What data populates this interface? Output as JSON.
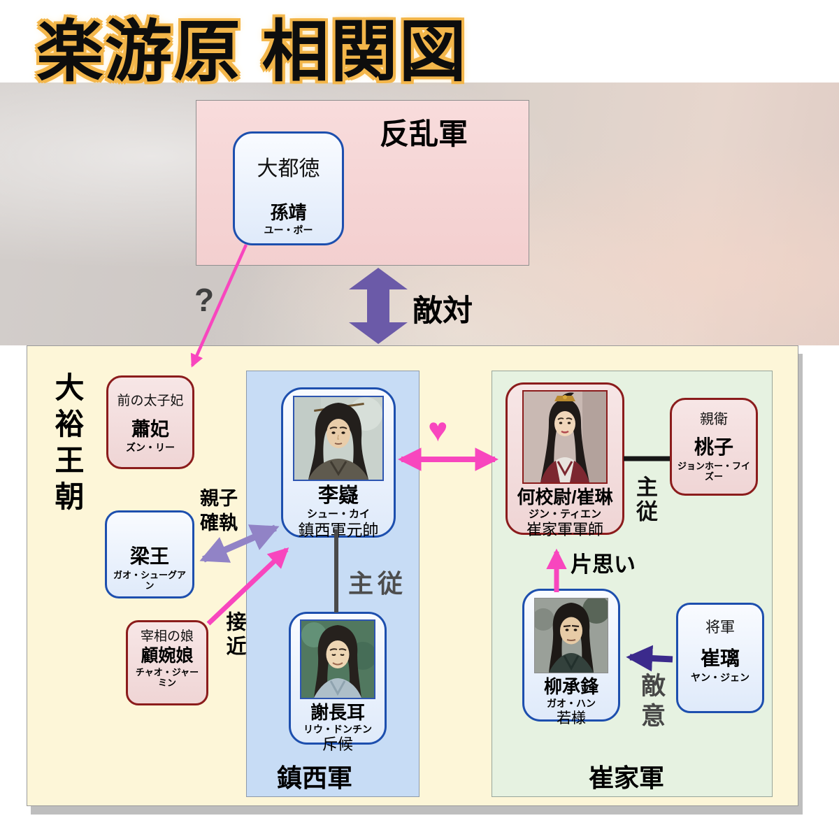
{
  "title": "楽游原 相関図",
  "groups": {
    "rebel_army": {
      "label": "反乱軍"
    },
    "dayu_dynasty": {
      "label": "大裕王朝"
    },
    "zhenxi_army": {
      "label": "鎮西軍"
    },
    "cui_army": {
      "label": "崔家軍"
    }
  },
  "characters": {
    "dadudu": {
      "title": "大都徳",
      "name": "孫靖",
      "actor": "ユー・ポー"
    },
    "xiaohi": {
      "title": "前の太子妃",
      "name": "蕭妃",
      "actor": "ズン・リー"
    },
    "liyi": {
      "name": "李嶷",
      "actor": "シュー・カイ",
      "role": "鎮西軍元帥"
    },
    "liangwang": {
      "name": "梁王",
      "actor": "ガオ・シューグアン"
    },
    "guwanniang": {
      "title": "宰相の娘",
      "name": "顧婉娘",
      "actor": "チャオ・ジャーミン"
    },
    "xiechoji": {
      "name": "謝長耳",
      "actor": "リウ・ドンチン",
      "role": "斥候"
    },
    "hekoi": {
      "name": "何校尉/崔琳",
      "actor": "ジン・ティエン",
      "role": "崔家軍軍師"
    },
    "taozi": {
      "title": "親衛",
      "name": "桃子",
      "actor": "ジョンホー・フイズー"
    },
    "liushoho": {
      "name": "柳承鋒",
      "actor": "ガオ・ハン",
      "role": "若様"
    },
    "cuili": {
      "title": "将軍",
      "name": "崔璃",
      "actor": "ヤン・ジェン"
    }
  },
  "relations": {
    "hostility_main": "敵対",
    "question_mark": "?",
    "parent_child_line1": "親子",
    "parent_child_line2": "確執",
    "approach": "接近",
    "master_servant_left": "主従",
    "master_servant_right": "主従",
    "unrequited_love": "片思い",
    "hostility_small": "敵意"
  },
  "icons": {
    "heart": "♥"
  },
  "colors": {
    "pink_arrow": "#f846be",
    "purple_arrow": "#6b5aa8",
    "lavender_arrow": "#9183c6",
    "indigo_arrow": "#3b2a8c",
    "yellow_bg": "#fdf6d8",
    "blue_panel": "#c7dcf5",
    "green_panel": "#e6f2e1",
    "rebel_bg": "#f7d9d9",
    "blue_border": "#1d4fae",
    "red_border": "#8b1c1c",
    "title_outline": "#f3b64a"
  }
}
